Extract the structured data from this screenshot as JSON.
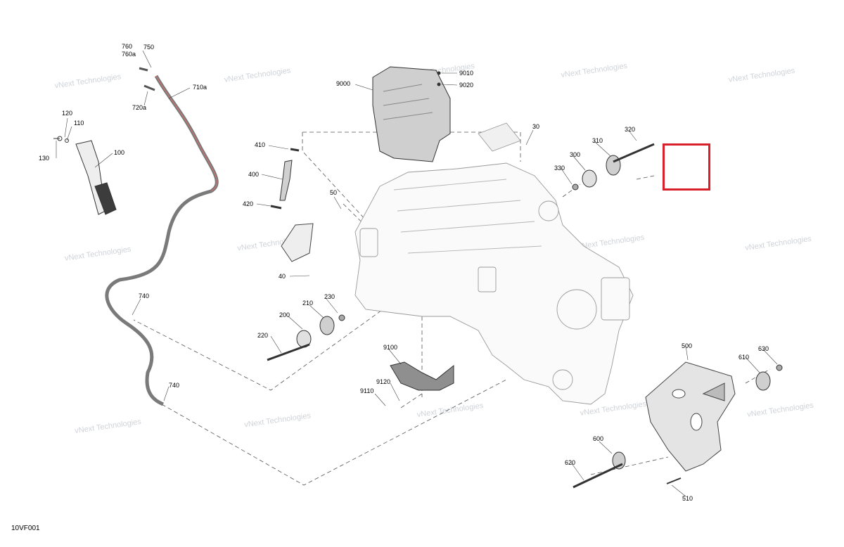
{
  "figure_ref": "10VF001",
  "watermark": "vNext Technologies",
  "part_numbers": {
    "p760": "760",
    "p760a": "760a",
    "p750": "750",
    "p710a": "710a",
    "p720a": "720a",
    "p120": "120",
    "p110": "110",
    "p130": "130",
    "p100": "100",
    "p9000": "9000",
    "p9010": "9010",
    "p9020": "9020",
    "p30": "30",
    "p320": "320",
    "p310": "310",
    "p300": "300",
    "p330": "330",
    "p410": "410",
    "p400": "400",
    "p420": "420",
    "p50": "50",
    "p40": "40",
    "p740a": "740",
    "p740b": "740",
    "p230": "230",
    "p210": "210",
    "p200": "200",
    "p220": "220",
    "p9100": "9100",
    "p9120": "9120",
    "p9110": "9110",
    "p500": "500",
    "p630": "630",
    "p610": "610",
    "p600": "600",
    "p620": "620",
    "p510": "510"
  },
  "colors": {
    "linework": "#7a7a7a",
    "cable": "#e0706a",
    "dark_part": "#444444",
    "highlight": "#d9202a",
    "watermark": "#cfd3d8"
  }
}
